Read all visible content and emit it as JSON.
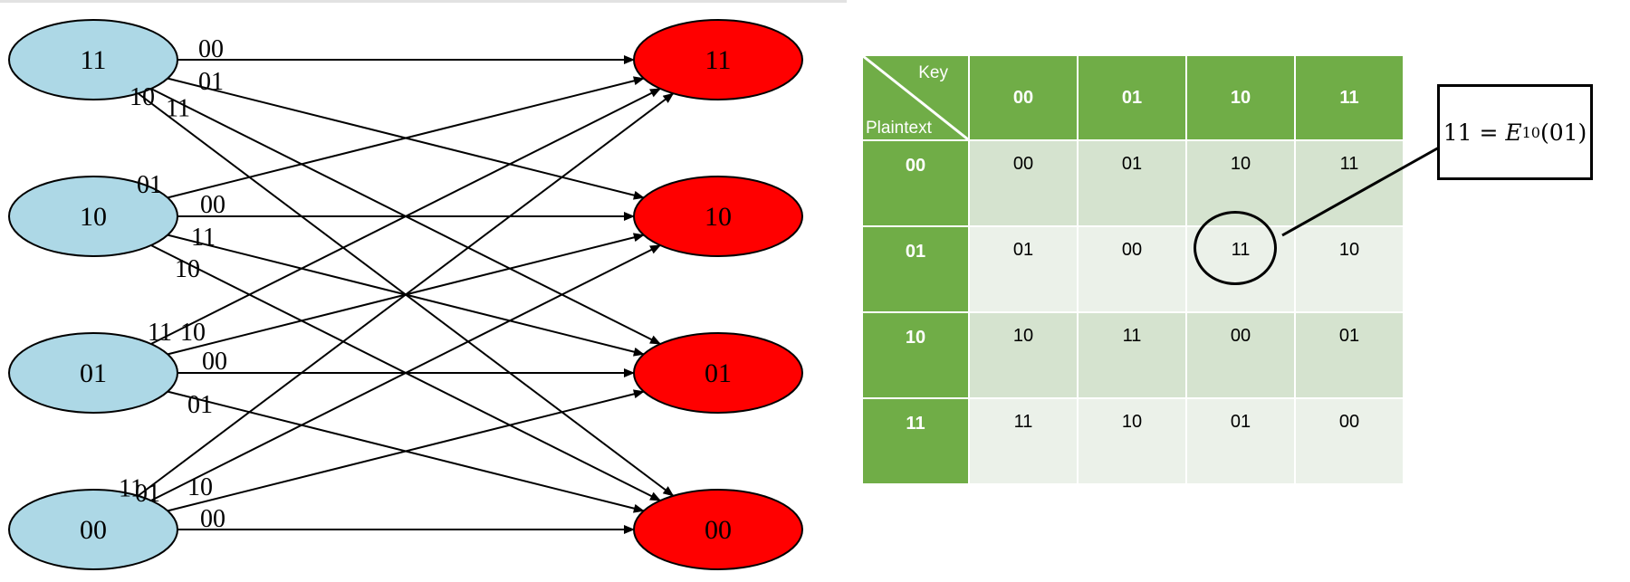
{
  "graph": {
    "left_nodes": [
      {
        "id": "L11",
        "label": "11"
      },
      {
        "id": "L10",
        "label": "10"
      },
      {
        "id": "L01",
        "label": "01"
      },
      {
        "id": "L00",
        "label": "00"
      }
    ],
    "right_nodes": [
      {
        "id": "R11",
        "label": "11"
      },
      {
        "id": "R10",
        "label": "10"
      },
      {
        "id": "R01",
        "label": "01"
      },
      {
        "id": "R00",
        "label": "00"
      }
    ],
    "edges": [
      {
        "from": "L11",
        "to": "R11",
        "label": "00"
      },
      {
        "from": "L11",
        "to": "R10",
        "label": "01"
      },
      {
        "from": "L11",
        "to": "R01",
        "label": "11"
      },
      {
        "from": "L11",
        "to": "R00",
        "label": "10"
      },
      {
        "from": "L10",
        "to": "R11",
        "label": "01"
      },
      {
        "from": "L10",
        "to": "R10",
        "label": "00"
      },
      {
        "from": "L10",
        "to": "R01",
        "label": "11"
      },
      {
        "from": "L10",
        "to": "R00",
        "label": "10"
      },
      {
        "from": "L01",
        "to": "R11",
        "label": "11"
      },
      {
        "from": "L01",
        "to": "R10",
        "label": "10"
      },
      {
        "from": "L01",
        "to": "R01",
        "label": "00"
      },
      {
        "from": "L01",
        "to": "R00",
        "label": "01"
      },
      {
        "from": "L00",
        "to": "R11",
        "label": "11"
      },
      {
        "from": "L00",
        "to": "R10",
        "label": "01"
      },
      {
        "from": "L00",
        "to": "R01",
        "label": "10"
      },
      {
        "from": "L00",
        "to": "R00",
        "label": "00"
      }
    ],
    "colors": {
      "left_fill": "#add8e6",
      "right_fill": "#ff0000",
      "stroke": "#000000"
    }
  },
  "table": {
    "corner_top_label": "Key",
    "corner_bottom_label": "Plaintext",
    "key_headers": [
      "00",
      "01",
      "10",
      "11"
    ],
    "rows": [
      {
        "plaintext": "00",
        "cells": [
          "00",
          "01",
          "10",
          "11"
        ]
      },
      {
        "plaintext": "01",
        "cells": [
          "01",
          "00",
          "11",
          "10"
        ]
      },
      {
        "plaintext": "10",
        "cells": [
          "10",
          "11",
          "00",
          "01"
        ]
      },
      {
        "plaintext": "11",
        "cells": [
          "11",
          "10",
          "01",
          "00"
        ]
      }
    ],
    "highlighted_cell": {
      "plaintext": "01",
      "key": "10",
      "value": "11"
    },
    "colors": {
      "header": "#70ad47",
      "row_dark": "#d5e3cf",
      "row_light": "#ebf1e9"
    }
  },
  "callout": {
    "lhs": "11",
    "equals": "=",
    "func": "E",
    "subscript": "10",
    "argument": "(01)"
  }
}
